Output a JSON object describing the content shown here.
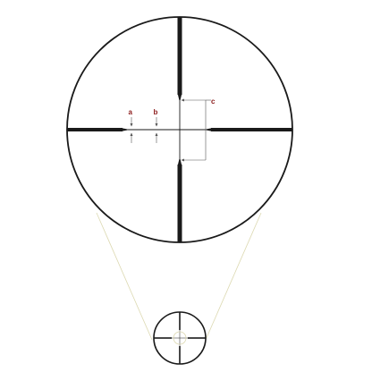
{
  "labels": {
    "a": "a",
    "b": "b",
    "c": "c"
  },
  "colors": {
    "reticle": "#1a1a1a",
    "label": "#8b1a1a",
    "guide_line": "#dcd8b0",
    "background": "#ffffff"
  }
}
